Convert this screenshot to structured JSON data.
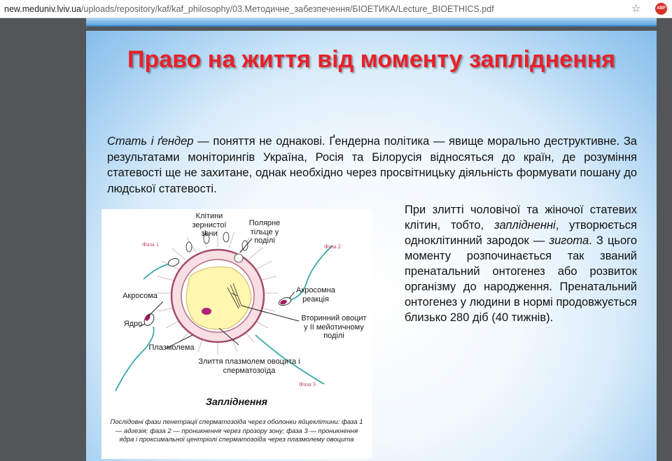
{
  "browser": {
    "url_host": "new.meduniv.lviv.ua",
    "url_path": "/uploads/repository/kaf/kaf_philosophy/03.Методичне_забезпечення/БІОЕТИКА/Lecture_BIOETHICS.pdf",
    "icons": [
      "star-icon",
      "adblock-extension-icon"
    ],
    "extension_badge": "ABP"
  },
  "slide": {
    "title": "Право на життя від моменту запліднення",
    "intro_italic": "Стать і ґендер",
    "intro_rest": " — поняття не однакові. Ґендерна політика — явище морально деструктивне. За результатами моніторингів Україна, Росія та Білорусія відносяться до країн, де розуміння статевості ще не захитане, однак необхідно через просвітницьку діяльність формувати пошану до людської статевості.",
    "side_1": "При злитті чоловічої та жіночої статевих клітин, тобто, ",
    "side_italic_1": "заплідненні",
    "side_2": ", утворюється одноклітинний зародок — ",
    "side_italic_2": "зигота",
    "side_3": ". З цього моменту розпочинається так званий пренатальний онтогенез або розвиток організму до народження. Пренатальний онтогенез у людини в нормі продовжується близько 280 діб (40 тижнів)."
  },
  "figure": {
    "labels": {
      "granulosa": "Клітини зернистої зони",
      "polar_body": "Полярне тільце у поділі",
      "acrosome": "Акросома",
      "acrosome_reaction": "Акросомна реакція",
      "nucleus": "Ядро",
      "secondary_oocyte": "Вторинний овоцит у II мейотичному поділі",
      "plasmalemma": "Плазмолема",
      "fusion": "Злиття плазмолем овоцита і сперматозоїда"
    },
    "phases": {
      "phase_1": "Фаза 1",
      "phase_2": "Фаза 2",
      "phase_3": "Фаза 3"
    },
    "title": "Запліднення",
    "caption": "Послідовні фази пенетрації сперматозоїда через оболонки яйцеклітини: фаза 1 — адгезія; фаза 2 — проникнення через прозору зону; фаза 3 — проникнення ядра і проксимальної центріолі сперматозоїда через плазмолему овоцита"
  }
}
